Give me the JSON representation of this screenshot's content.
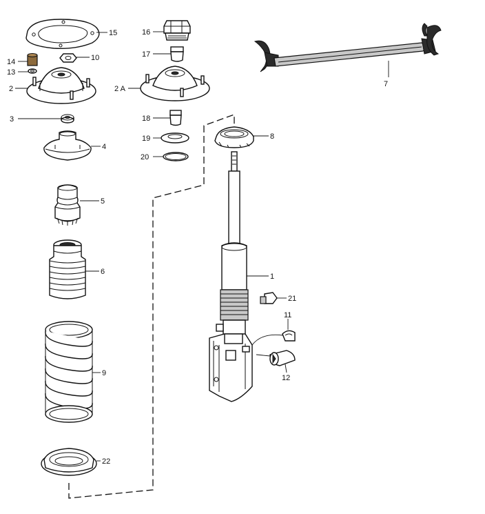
{
  "diagram": {
    "callouts": [
      {
        "key": "c15",
        "text": "15"
      },
      {
        "key": "c16",
        "text": "16"
      },
      {
        "key": "c14",
        "text": "14"
      },
      {
        "key": "c10",
        "text": "10"
      },
      {
        "key": "c13",
        "text": "13"
      },
      {
        "key": "c17",
        "text": "17"
      },
      {
        "key": "c2",
        "text": "2"
      },
      {
        "key": "c2a",
        "text": "2 A"
      },
      {
        "key": "c3",
        "text": "3"
      },
      {
        "key": "c18",
        "text": "18"
      },
      {
        "key": "c4",
        "text": "4"
      },
      {
        "key": "c8",
        "text": "8"
      },
      {
        "key": "c19",
        "text": "19"
      },
      {
        "key": "c20",
        "text": "20"
      },
      {
        "key": "c5",
        "text": "5"
      },
      {
        "key": "c6",
        "text": "6"
      },
      {
        "key": "c1",
        "text": "1"
      },
      {
        "key": "c21",
        "text": "21"
      },
      {
        "key": "c11",
        "text": "11"
      },
      {
        "key": "c9",
        "text": "9"
      },
      {
        "key": "c12",
        "text": "12"
      },
      {
        "key": "c7",
        "text": "7"
      },
      {
        "key": "c22",
        "text": "22"
      }
    ]
  }
}
